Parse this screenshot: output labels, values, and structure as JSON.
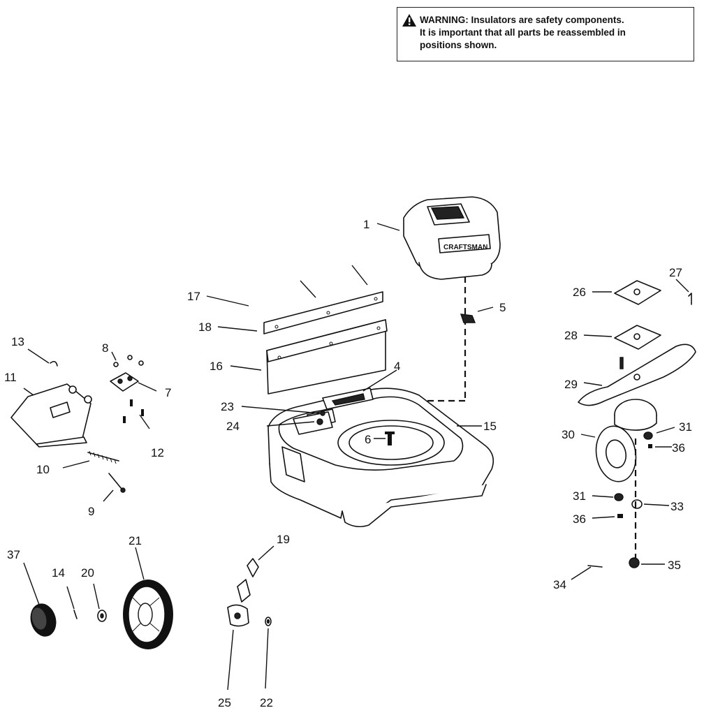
{
  "warning": {
    "heading": "WARNING:",
    "line1": "Insulators are safety components.",
    "line2": "It is important that all parts be reassembled in",
    "line3": "positions shown."
  },
  "brand": "CRAFTSMAN",
  "callouts": [
    "1",
    "4",
    "5",
    "6",
    "7",
    "8",
    "9",
    "10",
    "11",
    "12",
    "13",
    "14",
    "15",
    "16",
    "17",
    "18",
    "19",
    "20",
    "21",
    "22",
    "23",
    "24",
    "25",
    "26",
    "27",
    "28",
    "29",
    "30",
    "31",
    "31",
    "33",
    "34",
    "35",
    "36",
    "36",
    "37"
  ],
  "icons": {
    "warning": "warning-triangle-icon"
  }
}
